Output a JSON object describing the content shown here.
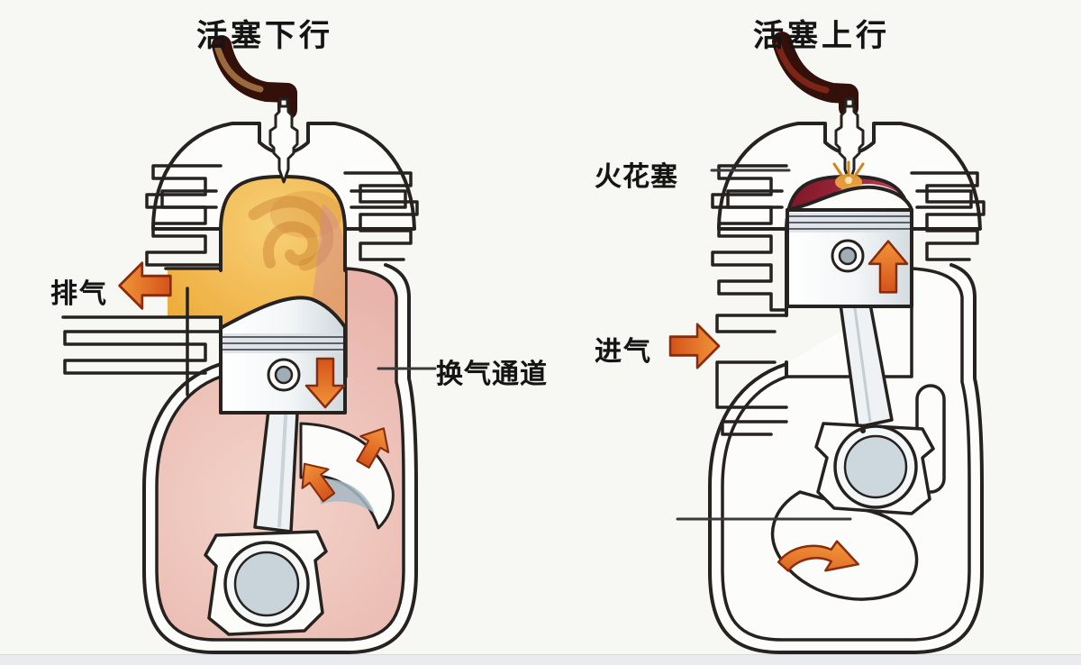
{
  "diagram": {
    "left_panel": {
      "title": "活塞下行",
      "labels": {
        "exhaust": "排气",
        "transfer_passage": "换气通道"
      }
    },
    "right_panel": {
      "title": "活塞上行",
      "labels": {
        "spark_plug": "火花塞",
        "intake": "进气"
      }
    },
    "icons": {
      "exhaust_arrow": "left-arrow",
      "intake_arrow": "right-arrow",
      "piston_down_arrow": "down-arrow",
      "piston_up_arrow": "up-arrow",
      "transfer_flow_arrows": "curved-up-arrows",
      "crank_rotation_arrow": "curved-right-arrow"
    },
    "colors": {
      "outline": "#26221f",
      "arrow_orange": "#dd5d1d",
      "arrow_orange_light": "#f2953a",
      "arrow_outline": "#8a2c0c",
      "exhaust_gas_yellow": "#f0b44a",
      "exhaust_swirl": "#cf8a38",
      "crankcase_pink": "#f1cbc2",
      "transfer_pink": "#e9b3ab",
      "compressed_charge_red": "#8e1a2f",
      "compressed_charge_red_light": "#c9556c",
      "spark_wire_dark": "#33100a",
      "wire_stripe_left": "#9a6a3d",
      "wire_stripe_right": "#7c2517",
      "metal_gray": "#c9d4da",
      "background": "#f7f7f4"
    }
  }
}
